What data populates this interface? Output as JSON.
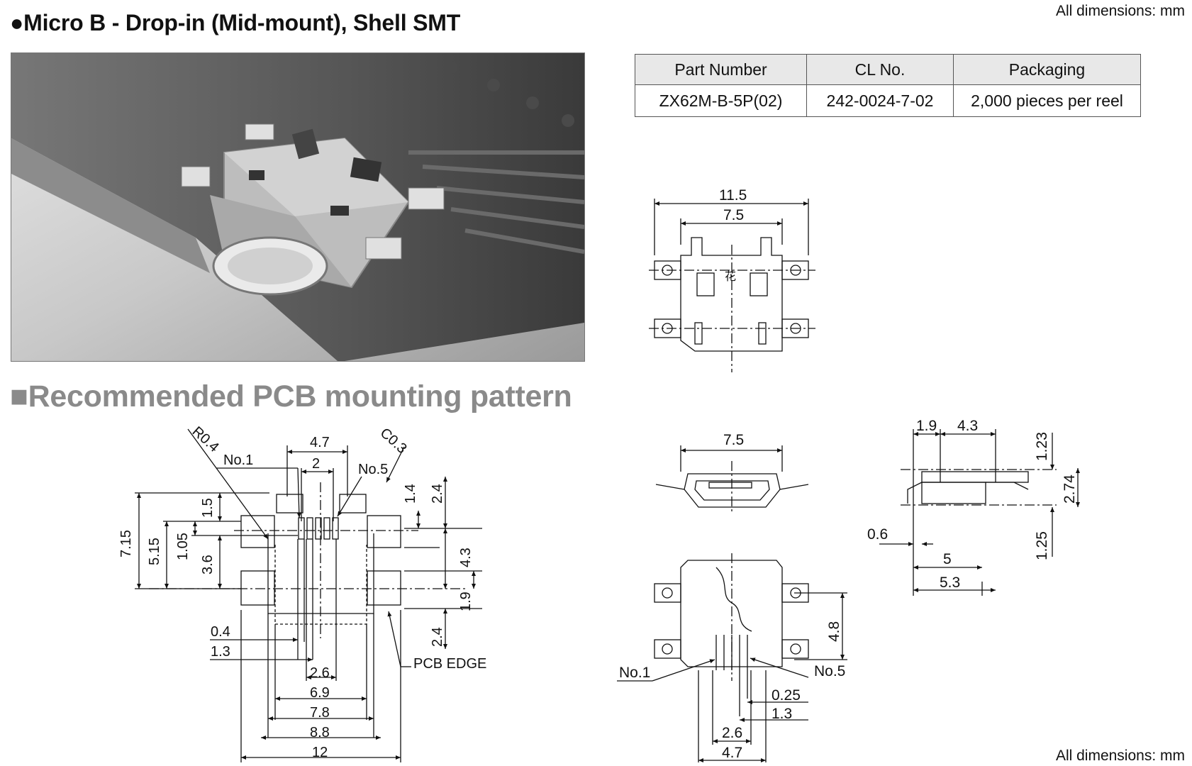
{
  "header": {
    "title": "●Micro B - Drop-in (Mid-mount), Shell SMT",
    "dims_note": "All dimensions: mm"
  },
  "photo": {
    "alt": "Micro USB B receptacle mounted on PCB"
  },
  "table": {
    "headers": [
      "Part Number",
      "CL No.",
      "Packaging"
    ],
    "rows": [
      [
        "ZX62M-B-5P(02)",
        "242-0024-7-02",
        "2,000 pieces per reel"
      ]
    ]
  },
  "section": {
    "title": "■Recommended PCB mounting pattern"
  },
  "pcb_pattern": {
    "labels": {
      "r": "R0.4",
      "c": "C0.3",
      "no1": "No.1",
      "no5": "No.5",
      "edge": "PCB EDGE",
      "d47": "4.7",
      "d2": "2",
      "d14": "1.4",
      "d24a": "2.4",
      "d15": "1.5",
      "d715": "7.15",
      "d515": "5.15",
      "d105": "1.05",
      "d36": "3.6",
      "d43": "4.3",
      "d19": "1.9",
      "d24b": "2.4",
      "d04": "0.4",
      "d13": "1.3",
      "d26": "2.6",
      "d69": "6.9",
      "d78": "7.8",
      "d88": "8.8",
      "d12": "12"
    }
  },
  "top_view": {
    "labels": {
      "w115": "11.5",
      "w75": "7.5",
      "logo": "花"
    }
  },
  "front_view": {
    "labels": {
      "w75": "7.5"
    }
  },
  "side_view": {
    "labels": {
      "d19": "1.9",
      "d43": "4.3",
      "d123": "1.23",
      "d274": "2.74",
      "d06": "0.6",
      "d125": "1.25",
      "d5": "5",
      "d53": "5.3"
    }
  },
  "bottom_view": {
    "labels": {
      "d48": "4.8",
      "no1": "No.1",
      "no5": "No.5",
      "d025": "0.25",
      "d13": "1.3",
      "d26": "2.6",
      "d47": "4.7"
    }
  }
}
